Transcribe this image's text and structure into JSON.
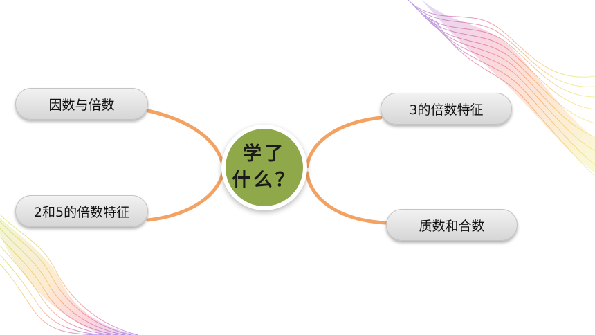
{
  "center": {
    "line1": "学了",
    "line2": "什么？"
  },
  "branches": {
    "left_top": "因数与倍数",
    "left_bottom": "2和5的倍数特征",
    "right_top": "3的倍数特征",
    "right_bottom": "质数和合数"
  },
  "colors": {
    "center_fill": "#8fa84a",
    "connector": "#f4a261",
    "node_fill": "#e6e6e6"
  }
}
